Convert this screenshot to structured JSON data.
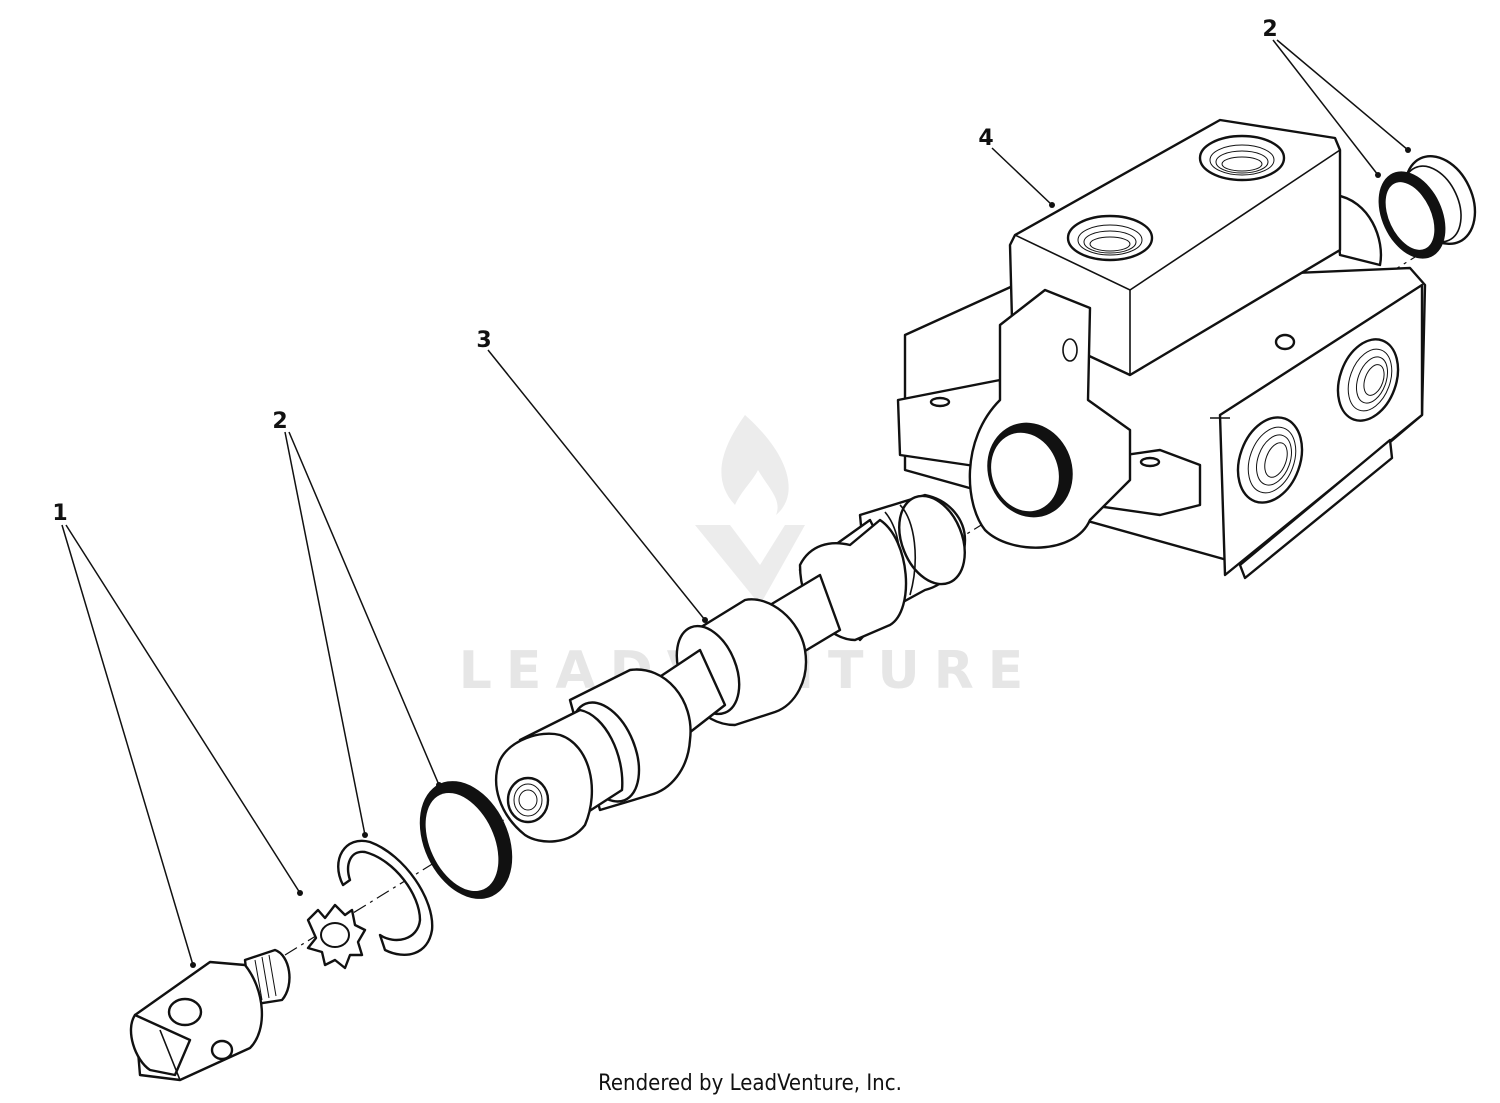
{
  "diagram": {
    "callouts": [
      {
        "id": "callout-1",
        "label": "1"
      },
      {
        "id": "callout-2-left",
        "label": "2"
      },
      {
        "id": "callout-3",
        "label": "3"
      },
      {
        "id": "callout-4",
        "label": "4"
      },
      {
        "id": "callout-2-right",
        "label": "2"
      }
    ],
    "watermark": "LEADVENTURE",
    "footer": "Rendered by LeadVenture, Inc."
  }
}
